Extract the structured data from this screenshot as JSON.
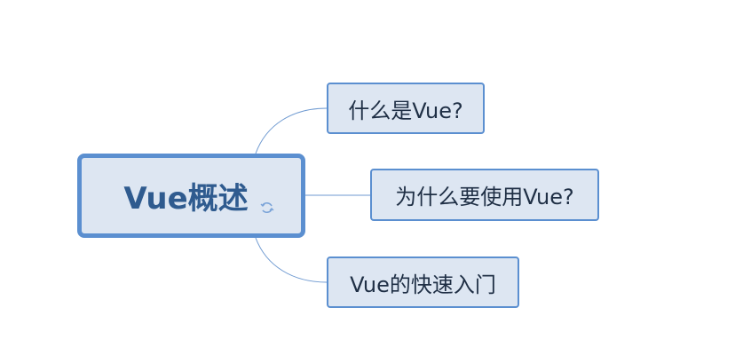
{
  "mindmap": {
    "central": {
      "label": "Vue概述",
      "icon": "refresh-icon"
    },
    "topics": [
      {
        "label": "什么是Vue?"
      },
      {
        "label": "为什么要使用Vue?"
      },
      {
        "label": "Vue的快速入门"
      }
    ]
  },
  "colors": {
    "node_fill": "#dde6f2",
    "node_border": "#5b8fd0",
    "connector": "#6f9ad1",
    "central_text": "#2f5b8f"
  }
}
